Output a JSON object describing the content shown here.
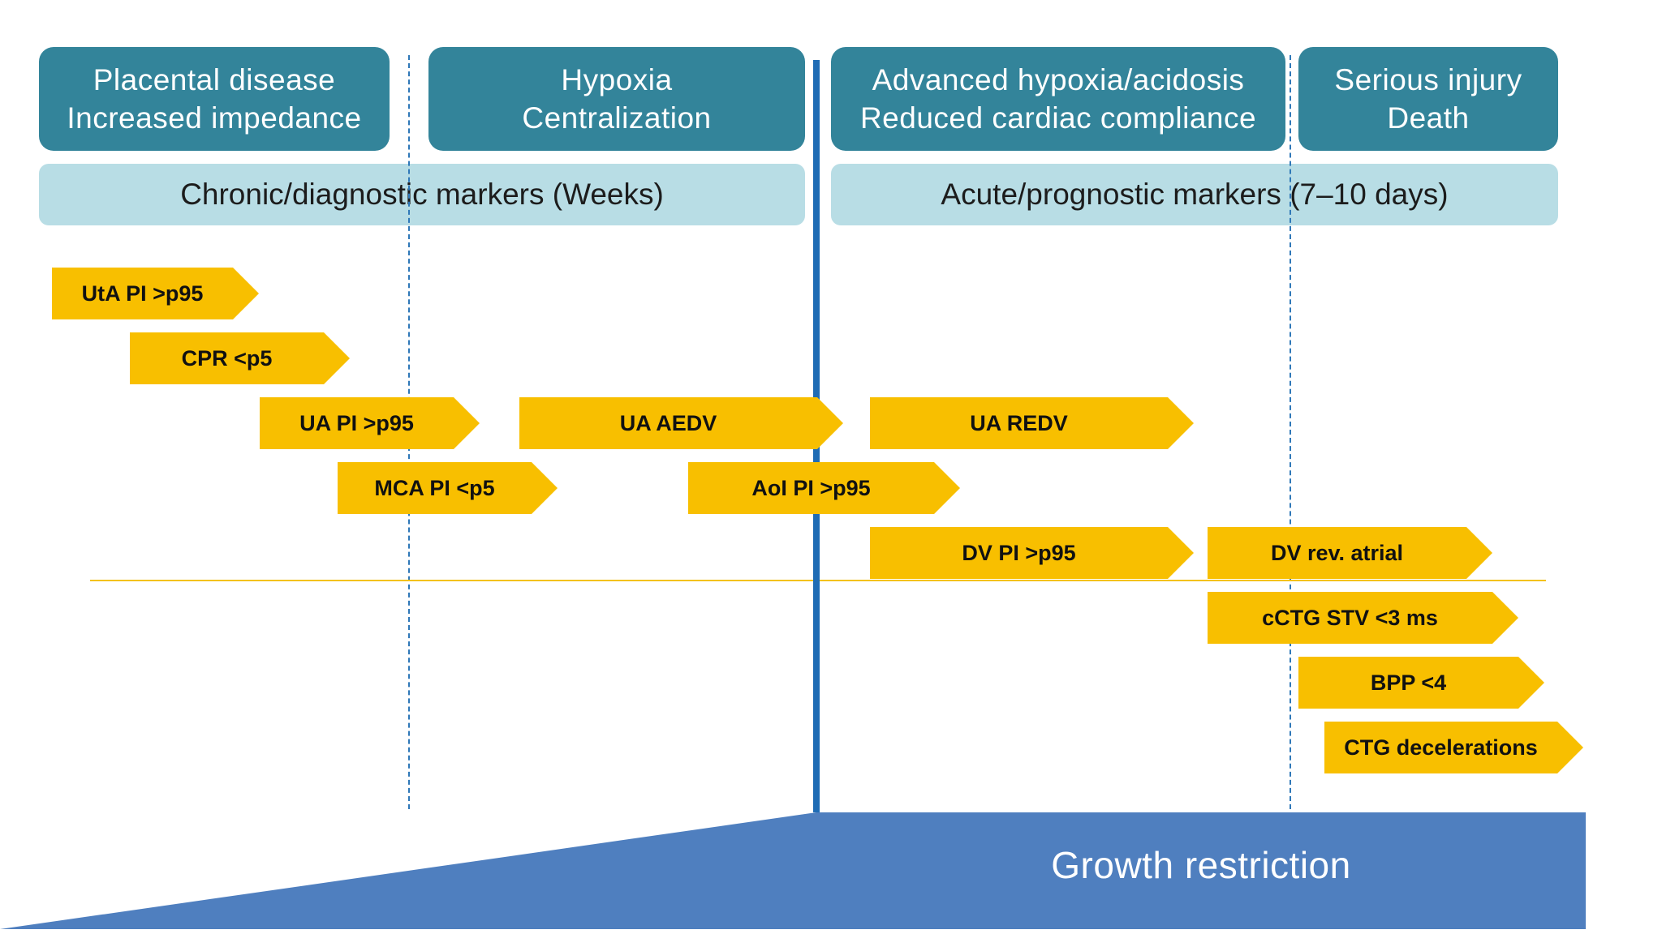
{
  "stages": [
    {
      "line1": "Placental disease",
      "line2": "Increased impedance"
    },
    {
      "line1": "Hypoxia",
      "line2": "Centralization"
    },
    {
      "line1": "Advanced hypoxia/acidosis",
      "line2": "Reduced cardiac compliance"
    },
    {
      "line1": "Serious injury",
      "line2": "Death"
    }
  ],
  "marker_groups": {
    "chronic": "Chronic/diagnostic markers (Weeks)",
    "acute": "Acute/prognostic markers (7–10 days)"
  },
  "markers": [
    {
      "label": "UtA PI >p95"
    },
    {
      "label": "CPR <p5"
    },
    {
      "label": "UA PI >p95"
    },
    {
      "label": "UA AEDV"
    },
    {
      "label": "UA REDV"
    },
    {
      "label": "MCA PI <p5"
    },
    {
      "label": "AoI PI >p95"
    },
    {
      "label": "DV PI >p95"
    },
    {
      "label": "DV rev. atrial"
    },
    {
      "label": "cCTG STV <3 ms"
    },
    {
      "label": "BPP <4"
    },
    {
      "label": "CTG decelerations"
    }
  ],
  "growth_label": "Growth restriction",
  "colors": {
    "stage_box": "#33849a",
    "marker_group": "#b8dde5",
    "marker_arrow": "#f8bf00",
    "growth": "#4f7fbf",
    "divider": "#1f6cb5"
  }
}
